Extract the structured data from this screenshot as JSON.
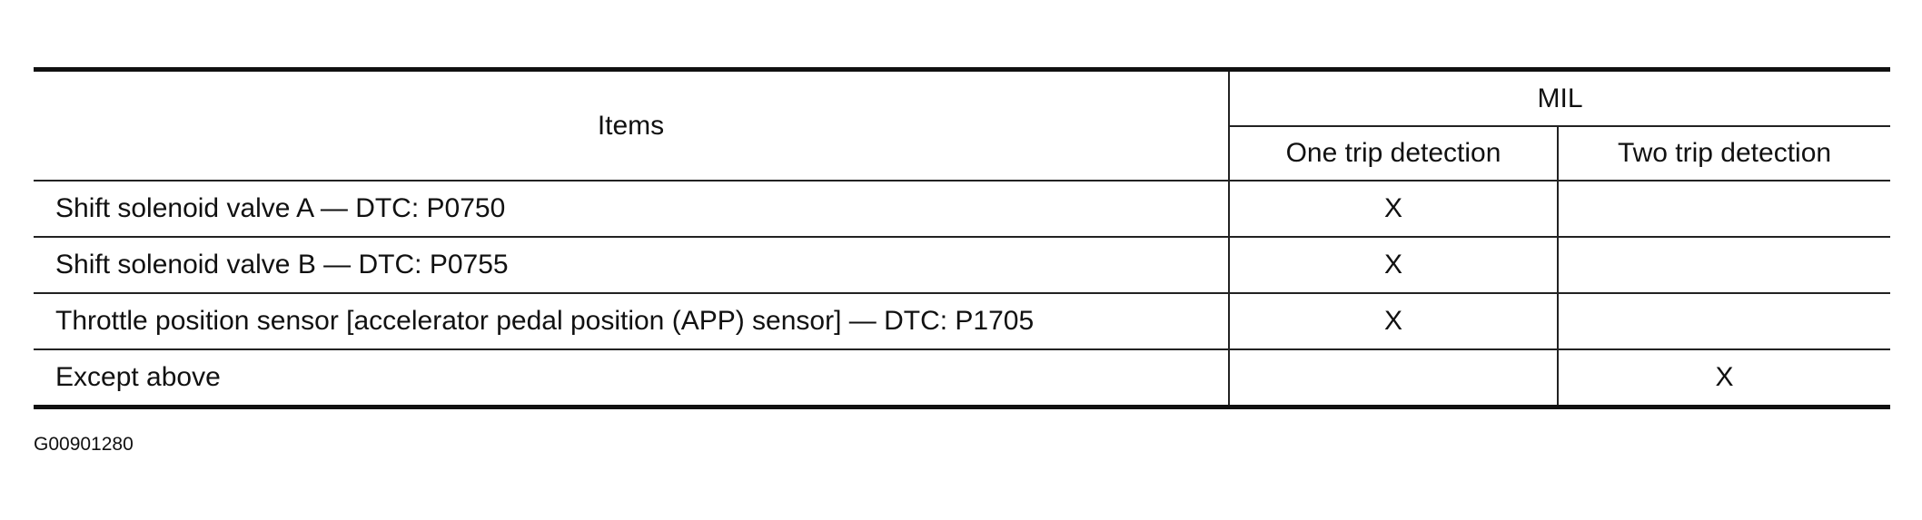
{
  "table": {
    "header": {
      "items": "Items",
      "mil": "MIL",
      "one_trip": "One trip detection",
      "two_trip": "Two trip detection"
    },
    "rows": [
      {
        "item": "Shift solenoid valve A — DTC: P0750",
        "one_trip": "X",
        "two_trip": ""
      },
      {
        "item": "Shift solenoid valve B — DTC: P0755",
        "one_trip": "X",
        "two_trip": ""
      },
      {
        "item": "Throttle position sensor [accelerator pedal position (APP) sensor] — DTC: P1705",
        "one_trip": "X",
        "two_trip": ""
      },
      {
        "item": "Except above",
        "one_trip": "",
        "two_trip": "X"
      }
    ]
  },
  "figure_code": "G00901280"
}
